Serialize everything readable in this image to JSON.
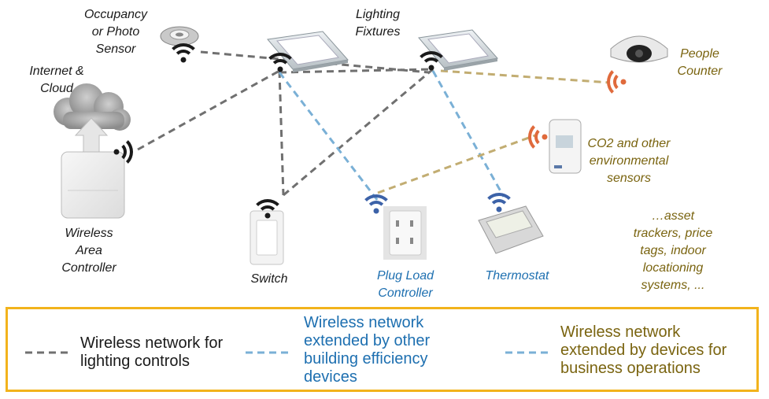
{
  "labels": {
    "occupancy": "Occupancy\nor Photo\nSensor",
    "lighting": "Lighting\nFixtures",
    "people": "People\nCounter",
    "internet": "Internet &\nCloud",
    "co2": "CO2 and other\nenvironmental\nsensors",
    "wac": "Wireless\nArea\nController",
    "switch": "Switch",
    "plug": "Plug Load\nController",
    "thermostat": "Thermostat",
    "asset": "…asset\ntrackers, price\ntags, indoor\nlocationing\nsystems, ..."
  },
  "legend": {
    "item1": "Wireless network for\nlighting controls",
    "item2": "Wireless network\nextended by other\nbuilding efficiency\ndevices",
    "item3": "Wireless network\nextended by devices for\nbusiness operations"
  },
  "colors": {
    "lighting_net": "#707070",
    "efficiency_net": "#7ab0d6",
    "business_net": "#c2ad72",
    "legend_border": "#f2b31c",
    "wifi_dark": "#1a1a1a",
    "wifi_blue": "#3c62a8",
    "wifi_orange": "#e06a3c"
  }
}
